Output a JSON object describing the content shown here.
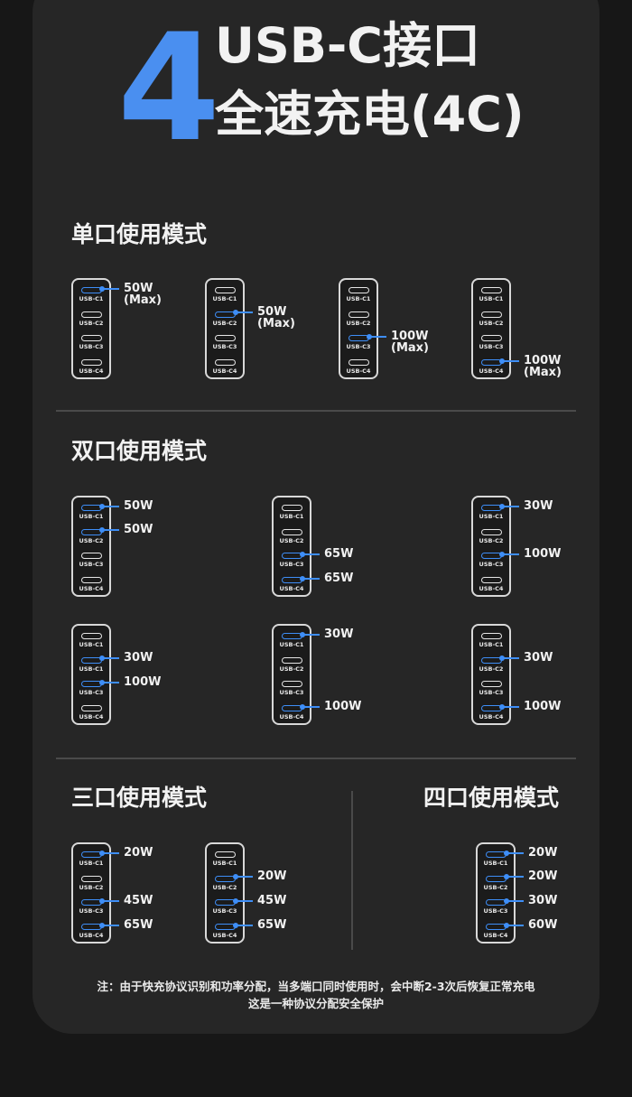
{
  "header": {
    "big_number": "4",
    "line1": "USB-C接口",
    "line2": "全速充电(4C)"
  },
  "accent_color": "#3e8ef7",
  "sections": {
    "single": "单口使用模式",
    "dual": "双口使用模式",
    "triple": "三口使用模式",
    "quad": "四口使用模式"
  },
  "port_names": [
    "USB-C1",
    "USB-C2",
    "USB-C3",
    "USB-C4"
  ],
  "chargers": {
    "single_1": {
      "port_names": [
        "USB-C1",
        "USB-C2",
        "USB-C3",
        "USB-C4"
      ],
      "powers": [
        "50W\n(Max)",
        "",
        "",
        ""
      ]
    },
    "single_2": {
      "port_names": [
        "USB-C1",
        "USB-C2",
        "USB-C3",
        "USB-C4"
      ],
      "powers": [
        "",
        "50W\n(Max)",
        "",
        ""
      ]
    },
    "single_3": {
      "port_names": [
        "USB-C1",
        "USB-C2",
        "USB-C3",
        "USB-C4"
      ],
      "powers": [
        "",
        "",
        "100W\n(Max)",
        ""
      ]
    },
    "single_4": {
      "port_names": [
        "USB-C1",
        "USB-C2",
        "USB-C3",
        "USB-C4"
      ],
      "powers": [
        "",
        "",
        "",
        "100W\n(Max)"
      ]
    },
    "dual_1": {
      "port_names": [
        "USB-C1",
        "USB-C2",
        "USB-C3",
        "USB-C4"
      ],
      "powers": [
        "50W",
        "50W",
        "",
        ""
      ]
    },
    "dual_2": {
      "port_names": [
        "USB-C1",
        "USB-C2",
        "USB-C3",
        "USB-C4"
      ],
      "powers": [
        "",
        "",
        "65W",
        "65W"
      ]
    },
    "dual_3": {
      "port_names": [
        "USB-C1",
        "USB-C2",
        "USB-C3",
        "USB-C4"
      ],
      "powers": [
        "30W",
        "",
        "100W",
        ""
      ]
    },
    "dual_4": {
      "port_names": [
        "USB-C1",
        "USB-C1",
        "USB-C3",
        "USB-C4"
      ],
      "powers": [
        "",
        "30W",
        "100W",
        ""
      ]
    },
    "dual_5": {
      "port_names": [
        "USB-C1",
        "USB-C2",
        "USB-C3",
        "USB-C4"
      ],
      "powers": [
        "30W",
        "",
        "",
        "100W"
      ]
    },
    "dual_6": {
      "port_names": [
        "USB-C1",
        "USB-C2",
        "USB-C3",
        "USB-C4"
      ],
      "powers": [
        "",
        "30W",
        "",
        "100W"
      ]
    },
    "triple_1": {
      "port_names": [
        "USB-C1",
        "USB-C2",
        "USB-C3",
        "USB-C4"
      ],
      "powers": [
        "20W",
        "",
        "45W",
        "65W"
      ]
    },
    "triple_2": {
      "port_names": [
        "USB-C1",
        "USB-C2",
        "USB-C3",
        "USB-C4"
      ],
      "powers": [
        "",
        "20W",
        "45W",
        "65W"
      ]
    },
    "quad_1": {
      "port_names": [
        "USB-C1",
        "USB-C2",
        "USB-C3",
        "USB-C4"
      ],
      "powers": [
        "20W",
        "20W",
        "30W",
        "60W"
      ]
    }
  },
  "note": {
    "line1": "注：由于快充协议识别和功率分配，当多端口同时使用时，会中断2-3次后恢复正常充电",
    "line2": "这是一种协议分配安全保护"
  }
}
